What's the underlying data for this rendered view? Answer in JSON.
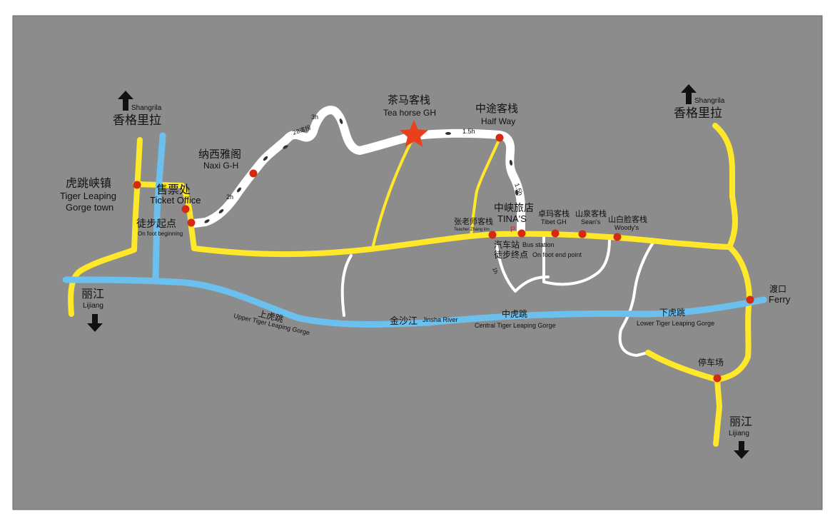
{
  "colors": {
    "background": "#8c8c8c",
    "road": "#ffe82a",
    "trail": "#ffffff",
    "river": "#6cc0ee",
    "stop": "#d42a12",
    "star": "#e8401c",
    "text": "#111111"
  },
  "directions": {
    "nw": {
      "zh": "香格里拉",
      "en": "Shangrila",
      "arrow": "arrow-up"
    },
    "ne": {
      "zh": "香格里拉",
      "en": "Shangrila",
      "arrow": "arrow-up"
    },
    "sw": {
      "zh": "丽江",
      "en": "Lijiang",
      "arrow": "arrow-down"
    },
    "se": {
      "zh": "丽江",
      "en": "Lijiang",
      "arrow": "arrow-down"
    }
  },
  "places": {
    "tiger_town": {
      "zh": "虎跳峡镇",
      "en1": "Tiger Leaping",
      "en2": "Gorge town"
    },
    "ticket": {
      "zh": "售票处",
      "en": "Ticket Office"
    },
    "onfoot_start": {
      "zh": "徒步起点",
      "en": "On foot beginning"
    },
    "naxi": {
      "zh": "纳西雅阁",
      "en": "Naxi G-H"
    },
    "teahorse": {
      "zh": "茶马客栈",
      "en": "Tea horse GH"
    },
    "halfway": {
      "zh": "中途客栈",
      "en": "Half Way"
    },
    "tinas": {
      "zh": "中峡旅店",
      "en": "TINA'S"
    },
    "teacher": {
      "zh": "张老师客栈",
      "en": "Teacher Zhang inn"
    },
    "tibet": {
      "zh": "卓玛客栈",
      "en": "Tibet GH"
    },
    "seans": {
      "zh": "山泉客栈",
      "en": "Sean's"
    },
    "woodys": {
      "zh": "山白脸客栈",
      "en": "Woody's"
    },
    "bus": {
      "zh": "汽车站",
      "en": "Bus station"
    },
    "onfoot_end": {
      "zh": "徒步终点",
      "en": "On foot end point"
    },
    "ferry": {
      "zh": "渡口",
      "en": "Ferry"
    },
    "parking": {
      "zh": "停车场"
    },
    "parking_p": "P"
  },
  "gorges": {
    "upper": {
      "zh": "上虎跳",
      "en": "Upper Tiger Leaping Gorge"
    },
    "river": {
      "zh": "金沙江",
      "en": "Jinsha River"
    },
    "central": {
      "zh": "中虎跳",
      "en": "Central Tiger Leaping Gorge"
    },
    "lower": {
      "zh": "下虎跳",
      "en": "Lower Tiger Leaping Gorge"
    }
  },
  "trail_times": {
    "t_2h": "2h",
    "t_28": "28道拐",
    "t_3h": "3h",
    "t_15h_a": "1.5h",
    "t_15h_b": "1.5h",
    "t_1h": "1h"
  }
}
